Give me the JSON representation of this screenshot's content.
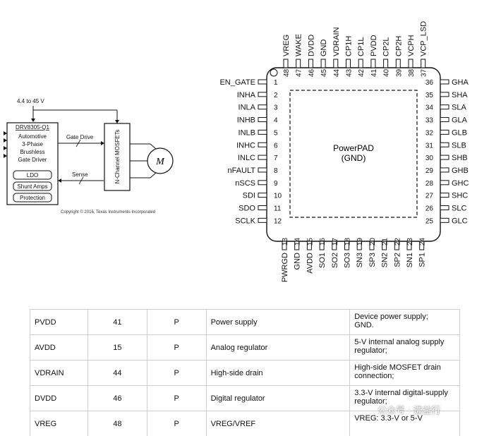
{
  "block_diagram": {
    "supply_label": "4.4 to 45 V",
    "driver_part": "DRV8305-Q1",
    "driver_desc": [
      "Automotive",
      "3-Phase",
      "Brushless",
      "Gate Driver"
    ],
    "subblocks": [
      "LDO",
      "Shunt Amps",
      "Protection"
    ],
    "gate_drive_label": "Gate Drive",
    "sense_label": "Sense",
    "mosfets_label": "N-Channel MOSFETs",
    "motor_label": "M",
    "copyright": "Copyright © 2016, Texas Instruments Incorporated"
  },
  "package": {
    "pad_label_1": "PowerPAD",
    "pad_label_2": "(GND)",
    "left_pins": [
      {
        "num": "1",
        "name": "EN_GATE"
      },
      {
        "num": "2",
        "name": "INHA"
      },
      {
        "num": "3",
        "name": "INLA"
      },
      {
        "num": "4",
        "name": "INHB"
      },
      {
        "num": "5",
        "name": "INLB"
      },
      {
        "num": "6",
        "name": "INHC"
      },
      {
        "num": "7",
        "name": "INLC"
      },
      {
        "num": "8",
        "name": "nFAULT"
      },
      {
        "num": "9",
        "name": "nSCS"
      },
      {
        "num": "10",
        "name": "SDI"
      },
      {
        "num": "11",
        "name": "SDO"
      },
      {
        "num": "12",
        "name": "SCLK"
      }
    ],
    "bottom_pins": [
      {
        "num": "13",
        "name": "PWRGD"
      },
      {
        "num": "14",
        "name": "GND"
      },
      {
        "num": "15",
        "name": "AVDD"
      },
      {
        "num": "16",
        "name": "SO1"
      },
      {
        "num": "17",
        "name": "SO2"
      },
      {
        "num": "18",
        "name": "SO3"
      },
      {
        "num": "19",
        "name": "SN3"
      },
      {
        "num": "20",
        "name": "SP3"
      },
      {
        "num": "21",
        "name": "SN2"
      },
      {
        "num": "22",
        "name": "SP2"
      },
      {
        "num": "23",
        "name": "SN1"
      },
      {
        "num": "24",
        "name": "SP1"
      }
    ],
    "right_pins": [
      {
        "num": "36",
        "name": "GHA"
      },
      {
        "num": "35",
        "name": "SHA"
      },
      {
        "num": "34",
        "name": "SLA"
      },
      {
        "num": "33",
        "name": "GLA"
      },
      {
        "num": "32",
        "name": "GLB"
      },
      {
        "num": "31",
        "name": "SLB"
      },
      {
        "num": "30",
        "name": "SHB"
      },
      {
        "num": "29",
        "name": "GHB"
      },
      {
        "num": "28",
        "name": "GHC"
      },
      {
        "num": "27",
        "name": "SHC"
      },
      {
        "num": "26",
        "name": "SLC"
      },
      {
        "num": "25",
        "name": "GLC"
      }
    ],
    "top_pins": [
      {
        "num": "48",
        "name": "VREG"
      },
      {
        "num": "47",
        "name": "WAKE"
      },
      {
        "num": "46",
        "name": "DVDD"
      },
      {
        "num": "45",
        "name": "GND"
      },
      {
        "num": "44",
        "name": "VDRAIN"
      },
      {
        "num": "43",
        "name": "CP1H"
      },
      {
        "num": "42",
        "name": "CP1L"
      },
      {
        "num": "41",
        "name": "PVDD"
      },
      {
        "num": "40",
        "name": "CP2L"
      },
      {
        "num": "39",
        "name": "CP2H"
      },
      {
        "num": "38",
        "name": "VCPH"
      },
      {
        "num": "37",
        "name": "VCP_LSD"
      }
    ]
  },
  "pin_table": [
    {
      "name": "PVDD",
      "num": "41",
      "type": "P",
      "func": "Power supply",
      "desc": [
        "Device power supply;",
        "GND."
      ]
    },
    {
      "name": "AVDD",
      "num": "15",
      "type": "P",
      "func": "Analog regulator",
      "desc": [
        "5-V internal analog supply regulator;"
      ]
    },
    {
      "name": "VDRAIN",
      "num": "44",
      "type": "P",
      "func": "High-side drain",
      "desc": [
        "High-side MOSFET drain connection;"
      ]
    },
    {
      "name": "DVDD",
      "num": "46",
      "type": "P",
      "func": "Digital regulator",
      "desc": [
        "3.3-V internal digital-supply regulator;"
      ]
    },
    {
      "name": "VREG",
      "num": "48",
      "type": "P",
      "func": "VREG/VREF",
      "desc": [
        "VREG: 3.3-V or 5-V"
      ]
    }
  ],
  "watermark": "公众号 · 谦益行"
}
